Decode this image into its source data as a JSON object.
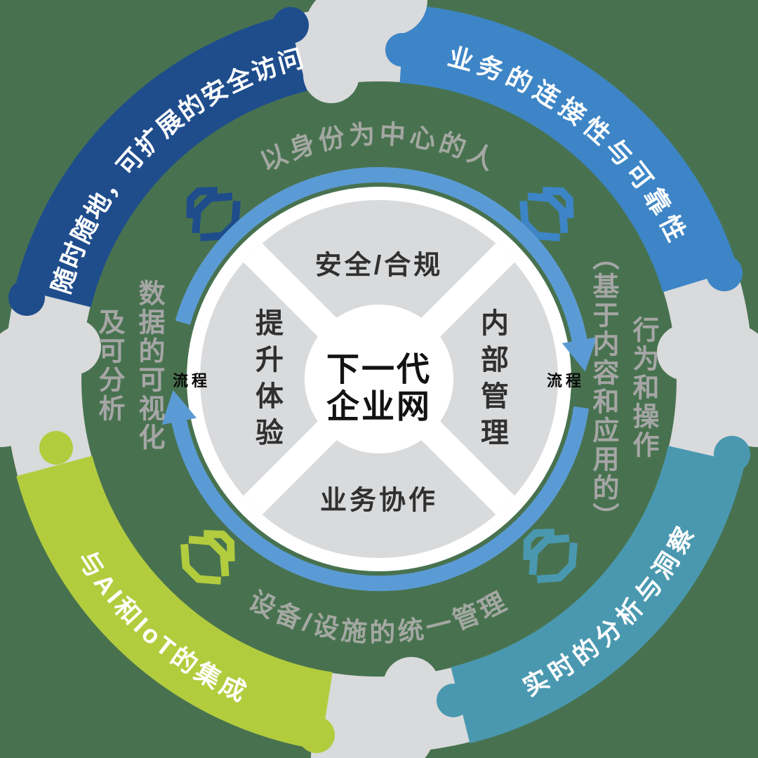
{
  "diagram": {
    "center": {
      "line1": "下一代",
      "line2": "企业网"
    },
    "inner_quadrants": {
      "top": "安全/合规",
      "right": "内部管理",
      "bottom": "业务协作",
      "left": "提升体验"
    },
    "process": {
      "left": "流程",
      "right": "流程"
    },
    "middle_ring": {
      "top": "以身份为中心的人",
      "bottom": "设备/设施的统一管理",
      "left_block": {
        "col_right": "数据的可视化",
        "col_left": "及可分析"
      },
      "right_block": {
        "col_right": "行为和操作",
        "col_left": "（基于内容和应用的）"
      }
    },
    "outer_ring": {
      "top_left": {
        "label": "随时随地，可扩展的安全访问",
        "color": "#1f4d8c"
      },
      "top_right": {
        "label": "业务的连接性与可靠性",
        "color": "#3d85c6"
      },
      "bottom_right": {
        "label": "实时的分析与洞察",
        "color": "#4a98b0"
      },
      "bottom_left": {
        "label": "与AI和IoT的集成",
        "color": "#b2cc3e"
      }
    },
    "icons": {
      "top_left": {
        "name": "flow-chevron-icon",
        "color": "#1f4d8c"
      },
      "top_right": {
        "name": "flow-chevron-icon",
        "color": "#3d85c6"
      },
      "bottom_right": {
        "name": "flow-chevron-icon",
        "color": "#4a98b0"
      },
      "bottom_left": {
        "name": "flow-chevron-icon",
        "color": "#b2cc3e"
      }
    },
    "colors": {
      "background": "#48724f",
      "ring_base": "#d9dadc",
      "inner_disc": "#d9dadc",
      "arrow": "#5b9bd5",
      "muted_text": "#a6a6a6",
      "dark_text": "#1a1a1a",
      "white": "#ffffff"
    }
  }
}
